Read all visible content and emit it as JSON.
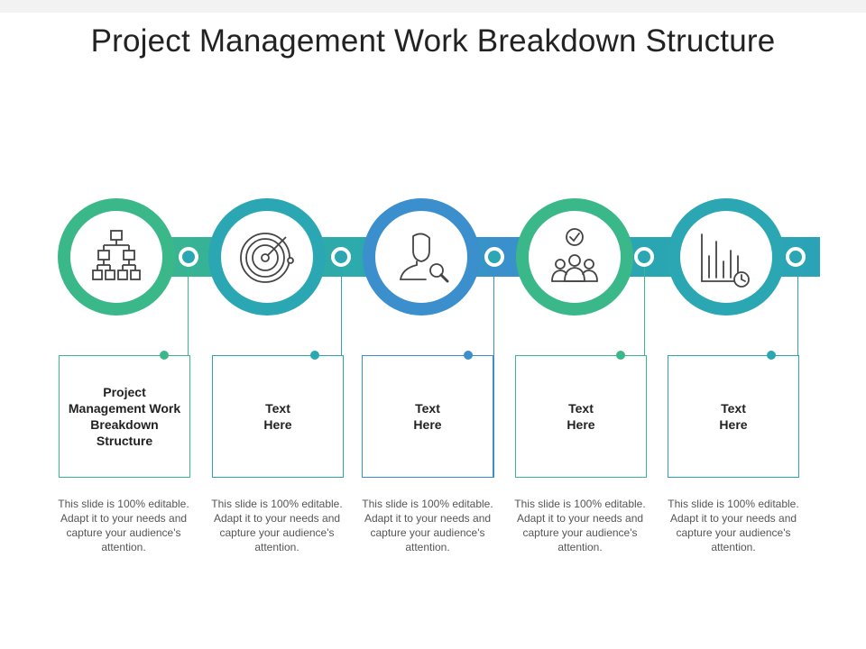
{
  "title": "Project Management Work Breakdown Structure",
  "colors": {
    "green": "#3bb88a",
    "teal": "#2aa7b2",
    "blue": "#3a8fcc"
  },
  "steps": [
    {
      "icon": "org-chart-icon",
      "label": "Project Management Work Breakdown Structure",
      "description": "This slide is 100% editable. Adapt it to your needs and capture your audience's attention."
    },
    {
      "icon": "target-icon",
      "label": "Text Here",
      "description": "This slide is 100% editable. Adapt it to your needs and capture your audience's attention."
    },
    {
      "icon": "user-search-icon",
      "label": "Text Here",
      "description": "This slide is 100% editable. Adapt it to your needs and capture your audience's attention."
    },
    {
      "icon": "team-check-icon",
      "label": "Text Here",
      "description": "This slide is 100% editable. Adapt it to your needs and capture your audience's attention."
    },
    {
      "icon": "chart-clock-icon",
      "label": "Text Here",
      "description": "This slide is 100% editable. Adapt it to your needs and capture your audience's attention."
    }
  ]
}
